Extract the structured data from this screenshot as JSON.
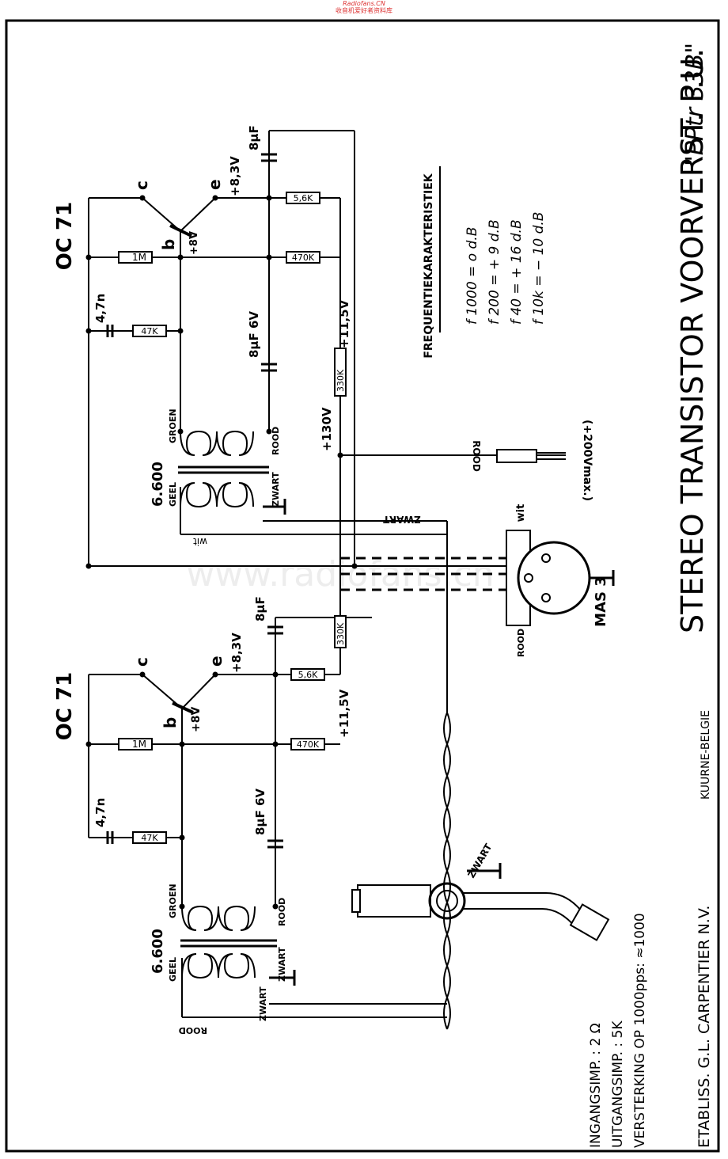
{
  "watermark": {
    "line1": "Radiofans.CN",
    "line2": "收音机爱好者资料库",
    "center": "www.radiofans.cn"
  },
  "title": {
    "main": "STEREO TRANSISTOR VOORVERST. P.U.",
    "model": "\"PPtr 33B\""
  },
  "stages": [
    {
      "transistor": "OC 71",
      "c": "c",
      "e": "e",
      "b": "b",
      "emitter_v": "+8,3V",
      "base_v": "+8V",
      "r_1m": "1M",
      "r_47k": "47K",
      "cap_4n7": "4,7n",
      "cap_top": "8µF",
      "cap_bottom": "8µF 6V",
      "r_56k": "5,6K",
      "r_470k": "470K",
      "v_115": "+11,5V",
      "r_330k": "330K",
      "transformer": "6.600",
      "groen": "GROEN",
      "rood": "ROOD",
      "geel": "GEEL",
      "zwart": "ZWART",
      "wit": "wit"
    },
    {
      "transistor": "OC 71",
      "c": "c",
      "e": "e",
      "b": "b",
      "emitter_v": "+8,3V",
      "base_v": "+8V",
      "r_1m": "1M",
      "r_47k": "47K",
      "cap_4n7": "4,7n",
      "cap_top": "8µF",
      "cap_bottom": "8µF 6V",
      "r_56k": "5,6K",
      "r_470k": "470K",
      "v_115": "+11,5V",
      "r_330k": "330K",
      "transformer": "6.600",
      "groen": "GROEN",
      "rood": "ROOD",
      "geel": "GEEL",
      "zwart": "ZWART",
      "zwart2": "ZWART",
      "rood2": "ROOD"
    }
  ],
  "supply": {
    "v_130": "+130V",
    "lead": "ROOD",
    "note": "(+200Vmax.)",
    "zwart_lead": "ZWART"
  },
  "connector": {
    "name": "MAS 3",
    "wit": "wit",
    "rood": "ROOD"
  },
  "pickup": {
    "zwart": "ZWART"
  },
  "freq": {
    "heading": "FREQUENTIEKARAKTERISTIEK",
    "rows": [
      "f 1000 =   o d.B",
      "f 200  = + 9 d.B",
      "f 40   = + 16 d.B",
      "f 10k  = − 10 d.B"
    ]
  },
  "specs": {
    "in": "INGANGSIMP. : 2 Ω",
    "out": "UITGANGSIMP. : 5K",
    "gain": "VERSTERKING OP 1000pps: ≈1000"
  },
  "footer": {
    "company": "ETABLISS. G.L. CARPENTIER N.V.",
    "place": "KUURNE-BELGIE"
  }
}
